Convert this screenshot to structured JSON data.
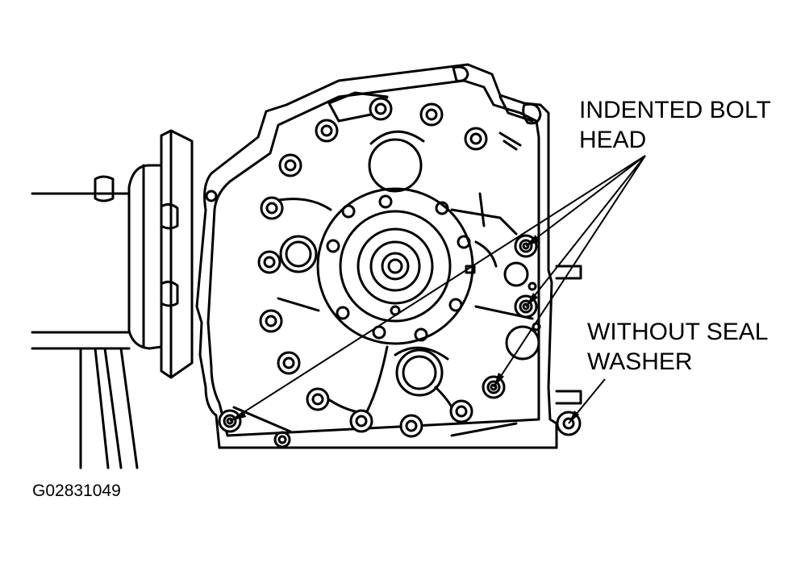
{
  "labels": {
    "indented_line1": "INDENTED BOLT",
    "indented_line2": "HEAD",
    "seal_line1": "WITHOUT SEAL",
    "seal_line2": "WASHER"
  },
  "figure_code": "G02831049",
  "colors": {
    "line": "#000000",
    "background": "#ffffff"
  }
}
